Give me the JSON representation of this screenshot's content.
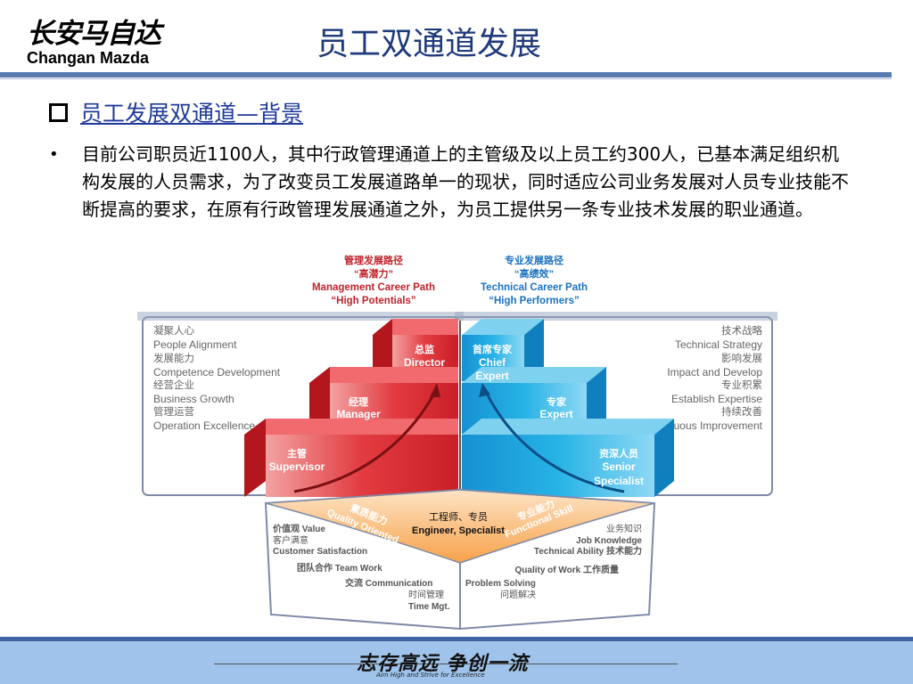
{
  "logo": {
    "cn": "长安马自达",
    "en": "Changan Mazda"
  },
  "title": "员工双通道发展",
  "section": "员工发展双通道—背景",
  "bullet": "目前公司职员近1100人，其中行政管理通道上的主管级及以上员工约300人，已基本满足组织机构发展的人员需求，为了改变员工发展道路单一的现状，同时适应公司业务发展对人员专业技能不断提高的要求，在原有行政管理发展通道之外，为员工提供另一条专业技术发展的职业通道。",
  "diagram": {
    "mgmt_header": [
      "管理发展路径",
      "“高潜力”",
      "Management Career Path",
      "“High Potentials”"
    ],
    "tech_header": [
      "专业发展路径",
      "“高绩效”",
      "Technical Career Path",
      "“High Performers”"
    ],
    "left_panel": [
      "凝聚人心",
      "People Alignment",
      "发展能力",
      "Competence Development",
      "经营企业",
      "Business Growth",
      "管理运营",
      "Operation Excellence"
    ],
    "right_panel": [
      "技术战略",
      "Technical Strategy",
      "影响发展",
      "Impact and Develop",
      "专业积累",
      "Establish Expertise",
      "持续改善",
      "Continuous Improvement"
    ],
    "mgmt_levels": [
      {
        "cn": "总监",
        "en": "Director"
      },
      {
        "cn": "经理",
        "en": "Manager"
      },
      {
        "cn": "主管",
        "en": "Supervisor"
      }
    ],
    "tech_levels": [
      {
        "cn": "首席专家",
        "en1": "Chief",
        "en2": "Expert"
      },
      {
        "cn": "专家",
        "en1": "Expert"
      },
      {
        "cn": "资深人员",
        "en1": "Senior",
        "en2": "Specialist"
      }
    ],
    "base": {
      "left_arc": [
        "素质能力",
        "Quality Oriented"
      ],
      "right_arc": [
        "专业能力",
        "Functional Skill"
      ],
      "center": [
        "工程师、专员",
        "Engineer, Specialist"
      ],
      "left_items": [
        "价值观 Value",
        "客户满意",
        "Customer Satisfaction",
        "团队合作 Team Work",
        "交流 Communication",
        "时间管理",
        "Time Mgt."
      ],
      "right_items": [
        "业务知识",
        "Job Knowledge",
        "Technical Ability 技术能力",
        "Quality of Work 工作质量",
        "Problem Solving",
        "问题解决"
      ]
    }
  },
  "footer": {
    "slogan": "志存高远  争创一流",
    "sub": "Aim High and Strive for Excellence"
  },
  "colors": {
    "red": "#e03a3e",
    "blue": "#1aa7dc",
    "orange": "#f7a24a",
    "title": "#1f3a7a"
  }
}
